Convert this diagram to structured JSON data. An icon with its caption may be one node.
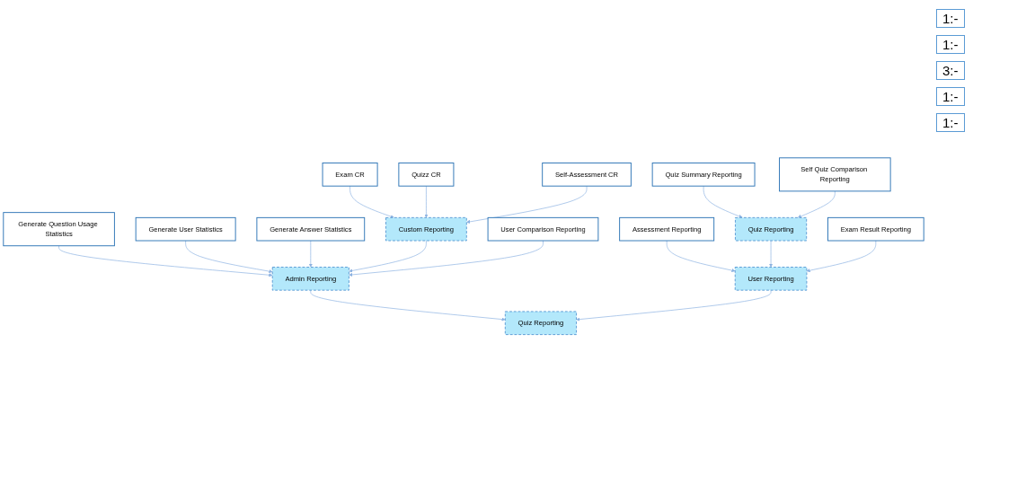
{
  "diagram": {
    "nodes": [
      {
        "text": [
          "Quiz Summary Reporting"
        ]
      },
      {
        "text": [
          "Self Quiz Comparison Reporting"
        ]
      },
      {
        "text": [
          "Assessment Reporting"
        ]
      },
      {
        "text": [
          "Quiz Reporting"
        ]
      },
      {
        "text": [
          "Exam Result Reporting"
        ]
      },
      {
        "text": [
          "Generate Question Usage Statistics"
        ]
      },
      {
        "text": [
          "Generate User Statistics"
        ]
      },
      {
        "text": [
          "Generate Answer Statistics"
        ]
      },
      {
        "text": [
          "Admin Reporting"
        ]
      },
      {
        "text": [
          "User Reporting"
        ]
      },
      {
        "text": [
          "Exam CR"
        ]
      },
      {
        "text": [
          "Quizz CR"
        ]
      },
      {
        "text": [
          "Self-Assessment CR"
        ]
      },
      {
        "text": [
          "Custom Reporting"
        ]
      },
      {
        "text": [
          "User Comparison Reporting"
        ]
      },
      {
        "text": [
          "Quiz Reporting"
        ]
      }
    ],
    "edges": [
      {
        "from": 0,
        "to": 3,
        "arrow": "to"
      },
      {
        "from": 1,
        "to": 3,
        "arrow": "to"
      },
      {
        "from": 2,
        "to": 9,
        "arrow": "to"
      },
      {
        "from": 3,
        "to": 9,
        "arrow": "to"
      },
      {
        "from": 4,
        "to": 9,
        "arrow": "to"
      },
      {
        "from": 5,
        "to": 8,
        "arrow": "to"
      },
      {
        "from": 6,
        "to": 8,
        "arrow": "to"
      },
      {
        "from": 7,
        "to": 8,
        "arrow": "to"
      },
      {
        "from": 13,
        "to": 8,
        "arrow": "to"
      },
      {
        "from": 14,
        "to": 8,
        "arrow": "to"
      },
      {
        "from": 10,
        "to": 13,
        "arrow": "to"
      },
      {
        "from": 11,
        "to": 13,
        "arrow": "to"
      },
      {
        "from": 12,
        "to": 13,
        "arrow": "to"
      },
      {
        "from": 8,
        "to": 15,
        "arrow": "to"
      },
      {
        "from": 9,
        "to": 15,
        "arrow": "to"
      }
    ],
    "labels": [
      "1:-",
      "1:-",
      "3:-",
      "1:-",
      "1:-"
    ]
  }
}
